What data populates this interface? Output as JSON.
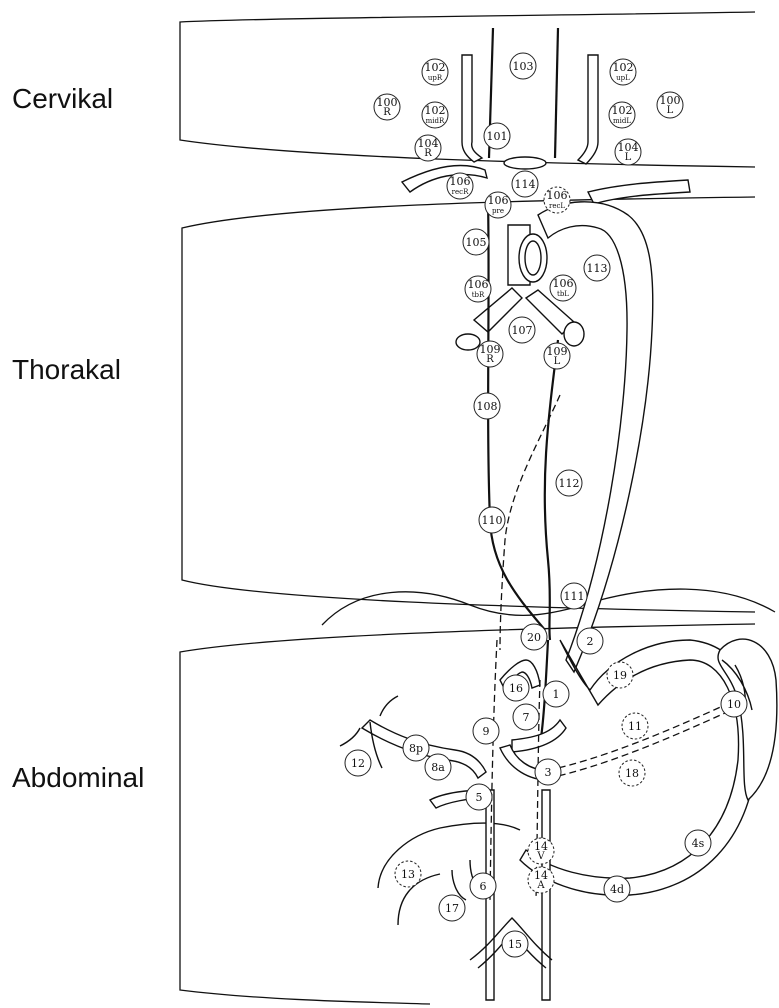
{
  "regions": {
    "cervical": "Cervikal",
    "thoracic": "Thorakal",
    "abdominal": "Abdominal"
  },
  "nodes": [
    {
      "id": "n100R",
      "line1": "100",
      "line2": "R",
      "dashed": false
    },
    {
      "id": "n102upR",
      "line1": "102",
      "line2": "upR",
      "dashed": false
    },
    {
      "id": "n102midR",
      "line1": "102",
      "line2": "midR",
      "dashed": false
    },
    {
      "id": "n104R",
      "line1": "104",
      "line2": "R",
      "dashed": false
    },
    {
      "id": "n103",
      "line1": "103",
      "line2": "",
      "dashed": false
    },
    {
      "id": "n101",
      "line1": "101",
      "line2": "",
      "dashed": false
    },
    {
      "id": "n102upL",
      "line1": "102",
      "line2": "upL",
      "dashed": false
    },
    {
      "id": "n102midL",
      "line1": "102",
      "line2": "midL",
      "dashed": false
    },
    {
      "id": "n100L",
      "line1": "100",
      "line2": "L",
      "dashed": false
    },
    {
      "id": "n104L",
      "line1": "104",
      "line2": "L",
      "dashed": false
    },
    {
      "id": "n114",
      "line1": "114",
      "line2": "",
      "dashed": false
    },
    {
      "id": "n106recR",
      "line1": "106",
      "line2": "recR",
      "dashed": false
    },
    {
      "id": "n106recL",
      "line1": "106",
      "line2": "recL",
      "dashed": true
    },
    {
      "id": "n106pre",
      "line1": "106",
      "line2": "pre",
      "dashed": false
    },
    {
      "id": "n105",
      "line1": "105",
      "line2": "",
      "dashed": false
    },
    {
      "id": "n113",
      "line1": "113",
      "line2": "",
      "dashed": false
    },
    {
      "id": "n106tbR",
      "line1": "106",
      "line2": "tbR",
      "dashed": false
    },
    {
      "id": "n106tbL",
      "line1": "106",
      "line2": "tbL",
      "dashed": false
    },
    {
      "id": "n107",
      "line1": "107",
      "line2": "",
      "dashed": false
    },
    {
      "id": "n109R",
      "line1": "109",
      "line2": "R",
      "dashed": false
    },
    {
      "id": "n109L",
      "line1": "109",
      "line2": "L",
      "dashed": false
    },
    {
      "id": "n108",
      "line1": "108",
      "line2": "",
      "dashed": false
    },
    {
      "id": "n112",
      "line1": "112",
      "line2": "",
      "dashed": false
    },
    {
      "id": "n110",
      "line1": "110",
      "line2": "",
      "dashed": false
    },
    {
      "id": "n111",
      "line1": "111",
      "line2": "",
      "dashed": false
    },
    {
      "id": "n20",
      "line1": "20",
      "line2": "",
      "dashed": false
    },
    {
      "id": "n2",
      "line1": "2",
      "line2": "",
      "dashed": false
    },
    {
      "id": "n19",
      "line1": "19",
      "line2": "",
      "dashed": true
    },
    {
      "id": "n16",
      "line1": "16",
      "line2": "",
      "dashed": false
    },
    {
      "id": "n1",
      "line1": "1",
      "line2": "",
      "dashed": false
    },
    {
      "id": "n10",
      "line1": "10",
      "line2": "",
      "dashed": false
    },
    {
      "id": "n7",
      "line1": "7",
      "line2": "",
      "dashed": false
    },
    {
      "id": "n9",
      "line1": "9",
      "line2": "",
      "dashed": false
    },
    {
      "id": "n11",
      "line1": "11",
      "line2": "",
      "dashed": true
    },
    {
      "id": "n8p",
      "line1": "8p",
      "line2": "",
      "dashed": false
    },
    {
      "id": "n12",
      "line1": "12",
      "line2": "",
      "dashed": false
    },
    {
      "id": "n8a",
      "line1": "8a",
      "line2": "",
      "dashed": false
    },
    {
      "id": "n3",
      "line1": "3",
      "line2": "",
      "dashed": false
    },
    {
      "id": "n5",
      "line1": "5",
      "line2": "",
      "dashed": false
    },
    {
      "id": "n18",
      "line1": "18",
      "line2": "",
      "dashed": true
    },
    {
      "id": "n4s",
      "line1": "4s",
      "line2": "",
      "dashed": false
    },
    {
      "id": "n14V",
      "line1": "14",
      "line2": "V",
      "dashed": true
    },
    {
      "id": "n14A",
      "line1": "14",
      "line2": "A",
      "dashed": true
    },
    {
      "id": "n13",
      "line1": "13",
      "line2": "",
      "dashed": true
    },
    {
      "id": "n6",
      "line1": "6",
      "line2": "",
      "dashed": false
    },
    {
      "id": "n4d",
      "line1": "4d",
      "line2": "",
      "dashed": false
    },
    {
      "id": "n17",
      "line1": "17",
      "line2": "",
      "dashed": false
    },
    {
      "id": "n15",
      "line1": "15",
      "line2": "",
      "dashed": false
    }
  ]
}
